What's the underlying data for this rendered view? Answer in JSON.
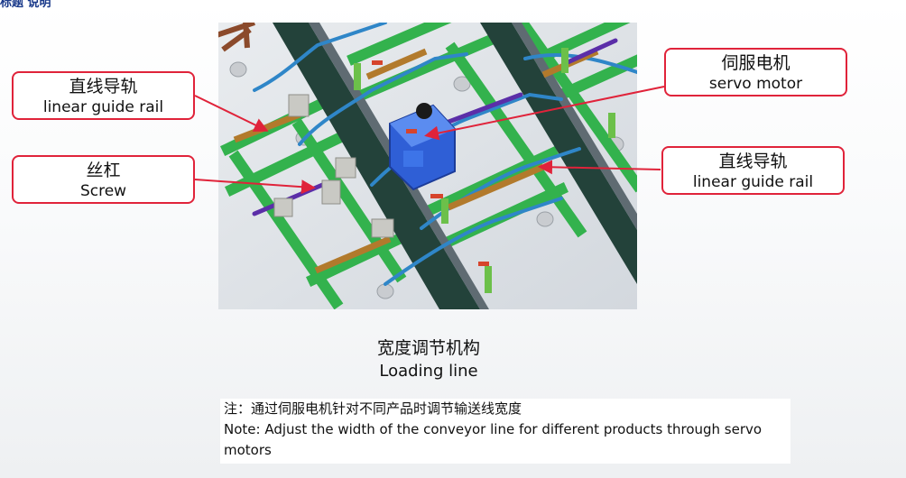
{
  "corner_title": "标题 说明",
  "labels": {
    "rail_left": {
      "zh": "直线导轨",
      "en": "linear guide rail"
    },
    "screw": {
      "zh": "丝杠",
      "en": "Screw"
    },
    "servo": {
      "zh": "伺服电机",
      "en": "servo motor"
    },
    "rail_right": {
      "zh": "直线导轨",
      "en": "linear guide rail"
    }
  },
  "caption": {
    "zh": "宽度调节机构",
    "en": "Loading line"
  },
  "note": {
    "zh": "注：通过伺服电机针对不同产品时调节输送线宽度",
    "en": "Note: Adjust the width of the conveyor line for different products through servo motors"
  },
  "colors": {
    "frame_green": "#33b24d",
    "conveyor_dark": "#23423a",
    "pipe_blue": "#2f86c8",
    "motor_blue": "#2f5fd6",
    "rail_bronze": "#b27a2c",
    "screw_purple": "#5b2ea8",
    "callout_red": "#e0233a"
  }
}
